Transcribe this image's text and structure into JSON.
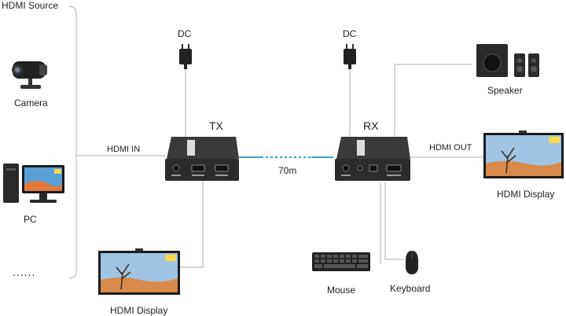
{
  "source_group": {
    "title": "HDMI Source",
    "camera_label": "Camera",
    "pc_label": "PC",
    "more_label": "......"
  },
  "tx": {
    "label": "TX",
    "dc_label": "DC",
    "hdmi_in_label": "HDMI IN",
    "display_label": "HDMI Display"
  },
  "link": {
    "distance": "70m"
  },
  "rx": {
    "label": "RX",
    "dc_label": "DC",
    "hdmi_out_label": "HDMI OUT",
    "speaker_label": "Speaker",
    "display_label": "HDMI Display",
    "mouse_label": "Mouse",
    "keyboard_label": "Keyboard"
  },
  "colors": {
    "line": "#c8c8c8",
    "cable": "#3aa6c4",
    "device": "#2b2b2b",
    "screen_sky": "#9fc4e4",
    "screen_ground": "#d98a4a"
  }
}
